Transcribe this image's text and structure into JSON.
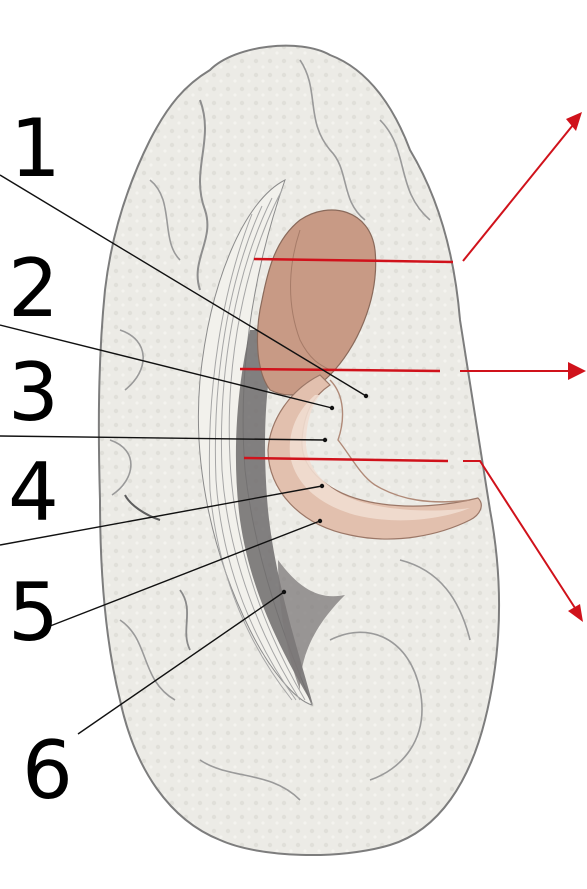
{
  "labels": [
    {
      "number": "1"
    },
    {
      "number": "2"
    },
    {
      "number": "3"
    },
    {
      "number": "4"
    },
    {
      "number": "5"
    },
    {
      "number": "6"
    }
  ],
  "colors": {
    "brain_fill": "#ecebe6",
    "brain_stroke": "#7d7d7d",
    "putamen_fill": "#c89a85",
    "caudate_fill": "#e2c0ae",
    "caudate_inner": "#f1ddd0",
    "capsule_dark": "#6f6c6c",
    "leader_line": "#111111",
    "section_line": "#d0121b",
    "number_ink": "#000000"
  },
  "icons": [
    "arrow-up-right-icon",
    "arrow-right-icon",
    "arrow-down-right-icon"
  ]
}
